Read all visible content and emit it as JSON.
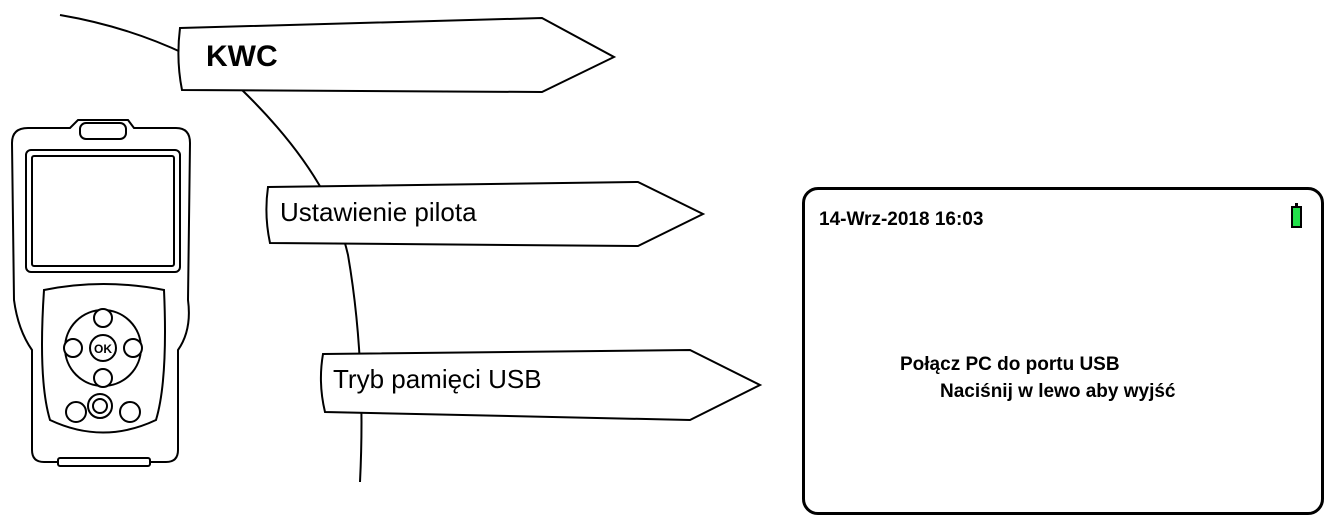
{
  "menu": {
    "title": "KWC",
    "items": [
      {
        "label": "Ustawienie pilota"
      },
      {
        "label": "Tryb pamięci USB"
      }
    ]
  },
  "device": {
    "ok_label": "OK"
  },
  "screen": {
    "datetime": "14-Wrz-2018 16:03",
    "battery_color": "#22e04a",
    "message_line1": "Połącz PC do portu USB",
    "message_line2": "Naciśnij w lewo aby wyjść"
  }
}
